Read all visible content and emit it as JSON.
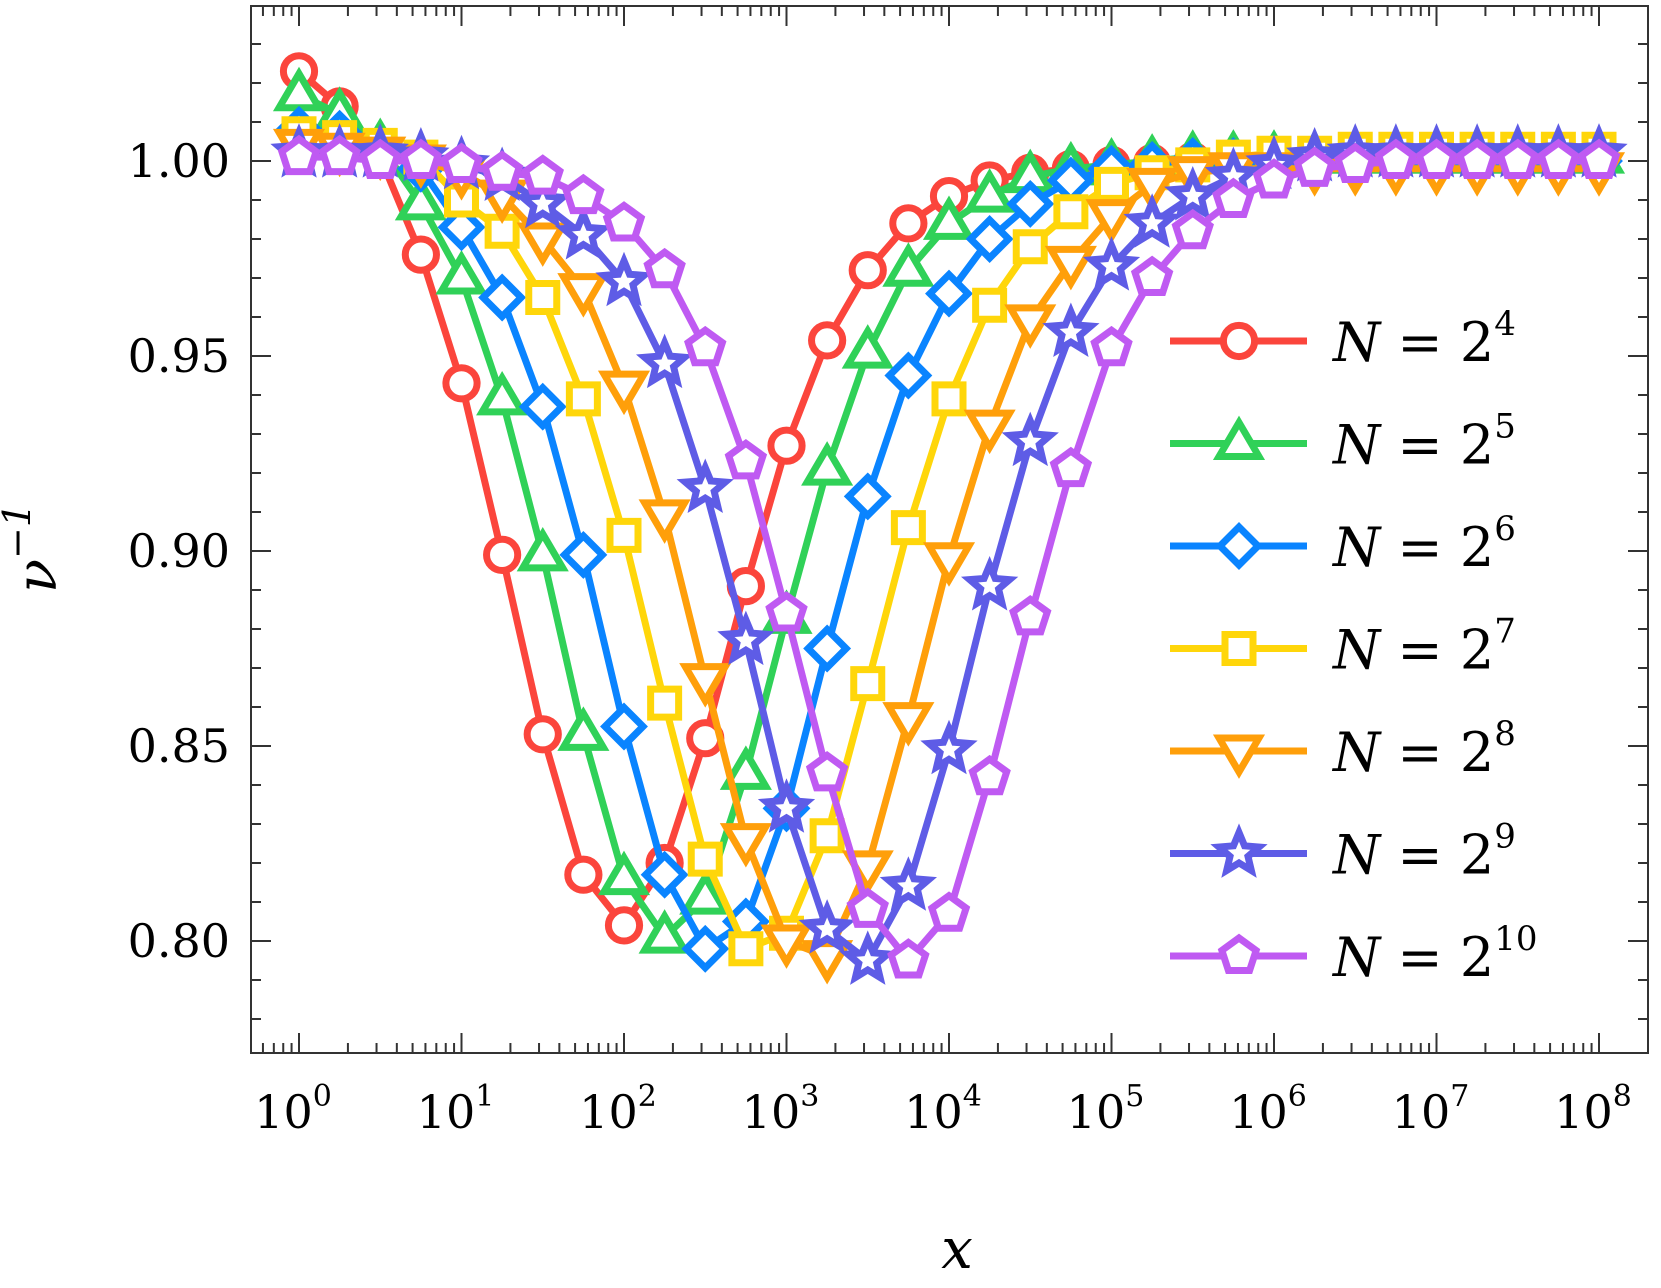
{
  "chart_data": {
    "type": "line",
    "title": "",
    "xlabel": "x",
    "ylabel": "ν^-1",
    "xscale": "log",
    "xlim": [
      0.51,
      200000000
    ],
    "ylim": [
      0.771,
      1.04
    ],
    "grid": false,
    "legend_position": "center right",
    "x_ticks": [
      {
        "base": "10",
        "exp": "0",
        "value": 1
      },
      {
        "base": "10",
        "exp": "1",
        "value": 10
      },
      {
        "base": "10",
        "exp": "2",
        "value": 100
      },
      {
        "base": "10",
        "exp": "3",
        "value": 1000
      },
      {
        "base": "10",
        "exp": "4",
        "value": 10000
      },
      {
        "base": "10",
        "exp": "5",
        "value": 100000
      },
      {
        "base": "10",
        "exp": "6",
        "value": 1000000
      },
      {
        "base": "10",
        "exp": "7",
        "value": 10000000
      },
      {
        "base": "10",
        "exp": "8",
        "value": 100000000
      }
    ],
    "y_ticks": [
      {
        "label": "0.80",
        "value": 0.8
      },
      {
        "label": "0.85",
        "value": 0.85
      },
      {
        "label": "0.90",
        "value": 0.9
      },
      {
        "label": "0.95",
        "value": 0.95
      },
      {
        "label": "1.00",
        "value": 1.0
      }
    ],
    "x_log10": [
      0,
      0.25,
      0.5,
      0.75,
      1,
      1.25,
      1.5,
      1.75,
      2,
      2.25,
      2.5,
      2.75,
      3,
      3.25,
      3.5,
      3.75,
      4,
      4.25,
      4.5,
      4.75,
      5,
      5.25,
      5.5,
      5.75,
      6,
      6.25,
      6.5,
      6.75,
      7,
      7.25,
      7.5,
      7.75,
      8
    ],
    "series": [
      {
        "name": "N = 2^4",
        "label_base": "N = 2",
        "label_exp": "4",
        "color": "#fb453c",
        "marker": "circle",
        "values": [
          1.023,
          1.014,
          1.001,
          0.976,
          0.943,
          0.899,
          0.853,
          0.817,
          0.804,
          0.82,
          0.852,
          0.891,
          0.927,
          0.954,
          0.972,
          0.984,
          0.991,
          0.995,
          0.997,
          0.998,
          0.999,
          0.9995,
          1.0,
          1.0,
          1.0,
          1.0,
          1.0,
          1.0,
          1.0,
          1.0,
          1.0,
          1.0,
          1.0
        ]
      },
      {
        "name": "N = 2^5",
        "label_base": "N = 2",
        "label_exp": "5",
        "color": "#30d158",
        "marker": "triangle-up",
        "values": [
          1.017,
          1.012,
          1.004,
          0.989,
          0.97,
          0.939,
          0.899,
          0.853,
          0.816,
          0.801,
          0.811,
          0.843,
          0.883,
          0.921,
          0.951,
          0.972,
          0.984,
          0.991,
          0.996,
          0.998,
          0.999,
          1.0,
          1.001,
          1.001,
          1.001,
          1.001,
          1.001,
          1.001,
          1.001,
          1.001,
          1.001,
          1.001,
          1.001
        ]
      },
      {
        "name": "N = 2^6",
        "label_base": "N = 2",
        "label_exp": "6",
        "color": "#0a84ff",
        "marker": "diamond",
        "values": [
          1.008,
          1.007,
          1.003,
          0.998,
          0.983,
          0.965,
          0.937,
          0.899,
          0.855,
          0.817,
          0.798,
          0.805,
          0.834,
          0.875,
          0.914,
          0.945,
          0.966,
          0.98,
          0.989,
          0.995,
          0.998,
          0.999,
          1.0,
          1.0,
          1.0,
          1.0,
          1.0,
          1.0,
          1.0,
          1.0,
          1.0,
          1.0,
          1.0
        ]
      },
      {
        "name": "N = 2^7",
        "label_base": "N = 2",
        "label_exp": "7",
        "color": "#ffd60a",
        "marker": "square",
        "values": [
          1.007,
          1.006,
          1.004,
          1.001,
          0.99,
          0.982,
          0.965,
          0.939,
          0.904,
          0.861,
          0.821,
          0.798,
          0.802,
          0.827,
          0.866,
          0.906,
          0.939,
          0.963,
          0.978,
          0.987,
          0.994,
          0.997,
          0.999,
          1.001,
          1.002,
          1.002,
          1.003,
          1.003,
          1.003,
          1.003,
          1.003,
          1.003,
          1.003
        ]
      },
      {
        "name": "N = 2^8",
        "label_base": "N = 2",
        "label_exp": "8",
        "color": "#ff9f0a",
        "marker": "triangle-down",
        "values": [
          1.004,
          1.003,
          1.002,
          1.0,
          0.997,
          0.991,
          0.98,
          0.967,
          0.942,
          0.909,
          0.867,
          0.826,
          0.8,
          0.796,
          0.819,
          0.857,
          0.898,
          0.932,
          0.959,
          0.974,
          0.986,
          0.994,
          0.997,
          0.998,
          0.998,
          0.998,
          0.998,
          0.998,
          0.998,
          0.998,
          0.998,
          0.998,
          0.998
        ]
      },
      {
        "name": "N = 2^9",
        "label_base": "N = 2",
        "label_exp": "9",
        "color": "#5e5ce6",
        "marker": "star",
        "values": [
          1.002,
          1.002,
          1.002,
          1.001,
          0.999,
          0.996,
          0.989,
          0.981,
          0.969,
          0.948,
          0.916,
          0.877,
          0.834,
          0.803,
          0.795,
          0.814,
          0.849,
          0.891,
          0.928,
          0.956,
          0.973,
          0.984,
          0.991,
          0.996,
          0.999,
          1.001,
          1.002,
          1.002,
          1.002,
          1.002,
          1.002,
          1.002,
          1.002
        ]
      },
      {
        "name": "N = 2^10",
        "label_base": "N = 2",
        "label_exp": "10",
        "color": "#bf5af2",
        "marker": "pentagon",
        "values": [
          1.001,
          1.001,
          1.0,
          1.0,
          0.999,
          0.997,
          0.996,
          0.991,
          0.984,
          0.972,
          0.952,
          0.923,
          0.884,
          0.843,
          0.808,
          0.795,
          0.807,
          0.842,
          0.883,
          0.921,
          0.952,
          0.97,
          0.982,
          0.99,
          0.995,
          0.998,
          0.999,
          1.0,
          1.0,
          1.0,
          1.0,
          1.0,
          1.0
        ]
      }
    ]
  },
  "axes": {
    "x_label": "x",
    "y_label_base": "ν",
    "y_label_exp": "−1"
  }
}
